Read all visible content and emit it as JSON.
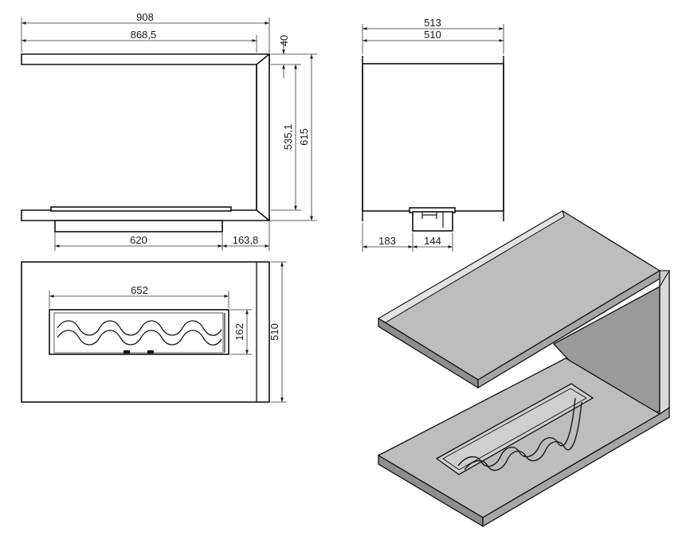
{
  "drawing": {
    "front_view": {
      "overall_width": "908",
      "inner_width": "868,5",
      "top_thickness": "40",
      "inner_height": "535,1",
      "overall_height": "615",
      "burner_width": "620",
      "burner_offset": "163,8"
    },
    "side_view": {
      "overall_depth": "513",
      "inner_depth": "510",
      "burner_offset": "183",
      "burner_depth": "144"
    },
    "top_view": {
      "burner_width": "652",
      "burner_depth": "162",
      "depth": "510"
    }
  },
  "colors": {
    "line": "#1a1a1a",
    "iso_top_face": "#bdbdbd",
    "iso_side_face": "#8e8e8e",
    "iso_back_face": "#9a9a9a",
    "iso_edge_face": "#d9d9d9"
  }
}
